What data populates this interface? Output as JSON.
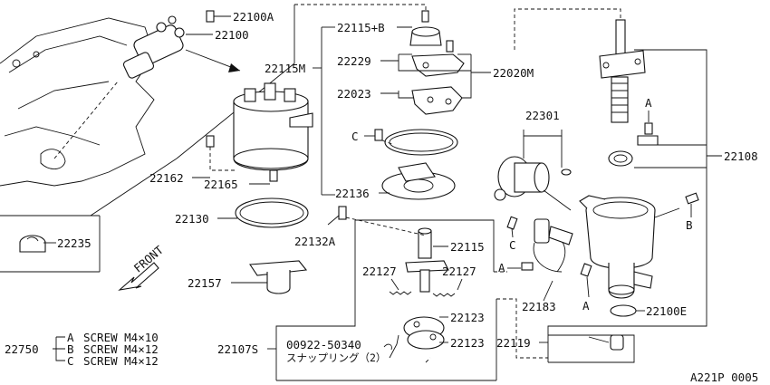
{
  "diagram_id": "A221P 0005",
  "parts": {
    "p22100A": "22100A",
    "p22100": "22100",
    "p22115B": "22115+B",
    "p22115M": "22115M",
    "p22229": "22229",
    "p22020M": "22020M",
    "p22023": "22023",
    "p22301": "22301",
    "p22108": "22108",
    "c_label": "C",
    "c_label2": "C",
    "p22162": "22162",
    "p22165": "22165",
    "p22136": "22136",
    "p22130": "22130",
    "p22132A": "22132A",
    "p22115": "22115",
    "p22235": "22235",
    "front": "FRONT",
    "p22157": "22157",
    "p22127a": "22127",
    "p22127b": "22127",
    "p22183": "22183",
    "p22100E": "22100E",
    "a_label1": "A",
    "a_label2": "A",
    "a_label3": "A",
    "b_label": "B",
    "p22123a": "22123",
    "p22123b": "22123",
    "p22119": "22119",
    "p22107S": "22107S",
    "p00922": "00922-50340",
    "snap_ring": "スナップリング（2）"
  },
  "screws": {
    "code": "22750",
    "rows": [
      {
        "key": "A",
        "desc": "SCREW M4×10"
      },
      {
        "key": "B",
        "desc": "SCREW M4×12"
      },
      {
        "key": "C",
        "desc": "SCREW M4×12"
      }
    ]
  }
}
